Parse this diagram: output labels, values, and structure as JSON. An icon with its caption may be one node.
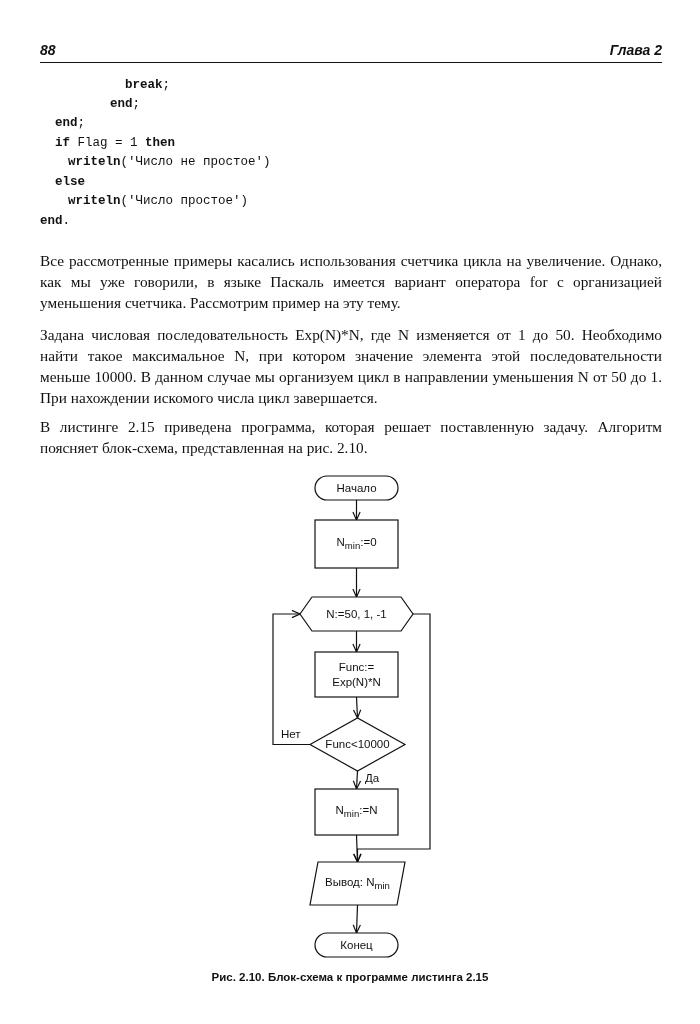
{
  "diagram": {
    "caption": "Рис. 2.10. Блок-схема к программе листинга 2.15",
    "nodes": [
      {
        "text": [
          "Начало"
        ]
      },
      {
        "text": [
          "N$_{min}$:=0"
        ]
      },
      {
        "text": [
          "N:=50, 1, -1"
        ]
      },
      {
        "text": [
          "Func:= Exp(N)*N"
        ]
      },
      {
        "text": [
          "Func<10000"
        ]
      },
      {
        "text": [
          "N$_{min}$:=N"
        ]
      },
      {
        "text": [
          "Вывод: N$_{min}$"
        ]
      },
      {
        "text": [
          "Конец"
        ]
      }
    ],
    "edges": [
      {
        "from": 0,
        "to": 1,
        "arrow": "to"
      },
      {
        "from": 1,
        "to": 2,
        "arrow": "to"
      },
      {
        "from": 2,
        "to": 3,
        "arrow": "to"
      },
      {
        "from": 3,
        "to": 4,
        "arrow": "to"
      },
      {
        "from": 4,
        "to": 2,
        "arrow": "to",
        "label": "Нет"
      },
      {
        "from": 4,
        "to": 5,
        "arrow": "to",
        "label": "Да"
      },
      {
        "from": 5,
        "to": 6,
        "arrow": "to"
      },
      {
        "from": 6,
        "to": 7,
        "arrow": "to"
      },
      {
        "from": 2,
        "to": 6,
        "arrow": "to"
      }
    ],
    "labels": [
      "88",
      "Глава 2",
      "**break**;",
      "**end**;",
      "**end**;",
      "**if** Flag = 1 **then**",
      "**writeln**('Число не простое')",
      "**else**",
      "**writeln**('Число простое')",
      "**end**.",
      "Все рассмотренные примеры касались использования счетчика цикла на увеличение. Однако, как мы уже говорили, в языке Паскаль имеется вариант оператора for с организацией уменьшения счетчика. Рассмотрим пример на эту тему.",
      "Задана числовая последовательность Exp(N)*N, где N изменяется от 1 до 50. Необходимо найти такое максимальное N, при котором значение элемента этой последовательности меньше 10000. В данном случае мы организуем цикл в направлении уменьшения N от 50 до 1. При нахождении искомого числа цикл завершается.",
      "В листинге 2.15 приведена программа, которая решает поставленную задачу. Алгоритм поясняет блок-схема, представленная на рис. 2.10."
    ]
  }
}
